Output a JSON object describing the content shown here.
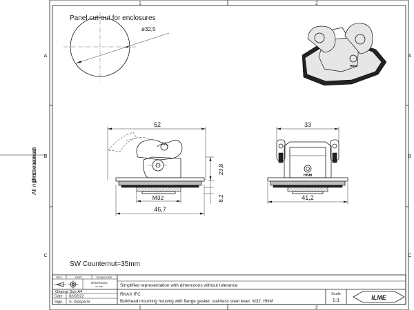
{
  "frame": {
    "columns": [
      "1",
      "2"
    ],
    "rows": [
      "A",
      "B",
      "C"
    ]
  },
  "side_note": {
    "left": "Diritti riservati",
    "right": "All rights reserved"
  },
  "panel_cutout": {
    "title": "Panel cut-out for enclosures",
    "diameter": "ø32,5"
  },
  "front_view": {
    "width_top": "52",
    "height_right": "23,8",
    "height_small": "8,2",
    "thread": "M32",
    "width_bottom": "46,7"
  },
  "side_view": {
    "width_top": "33",
    "width_bottom": "41,2",
    "brand": "HNM"
  },
  "note": "SW Counternut=35mm",
  "title_block": {
    "rev_label": "REV.",
    "date_label": "DATE",
    "signature_label": "SIGNATURE",
    "dimensions_label": "Dimensions",
    "dimensions_unit": "in mm",
    "description_top": "Simplified representation with dimensions without tolerance",
    "original_size": "Original Size A4",
    "date_key": "Date",
    "date_value": "02/02/22",
    "sign_key": "Sign.",
    "sign_value": "S. Diasparra",
    "code": "RKAX IFC",
    "description": "Bulkhead mounting housing with flange gasket, stainless steel lever, M32, HNM",
    "scale_label": "Scale",
    "scale_value": "1:1",
    "logo_text": "ILME"
  }
}
